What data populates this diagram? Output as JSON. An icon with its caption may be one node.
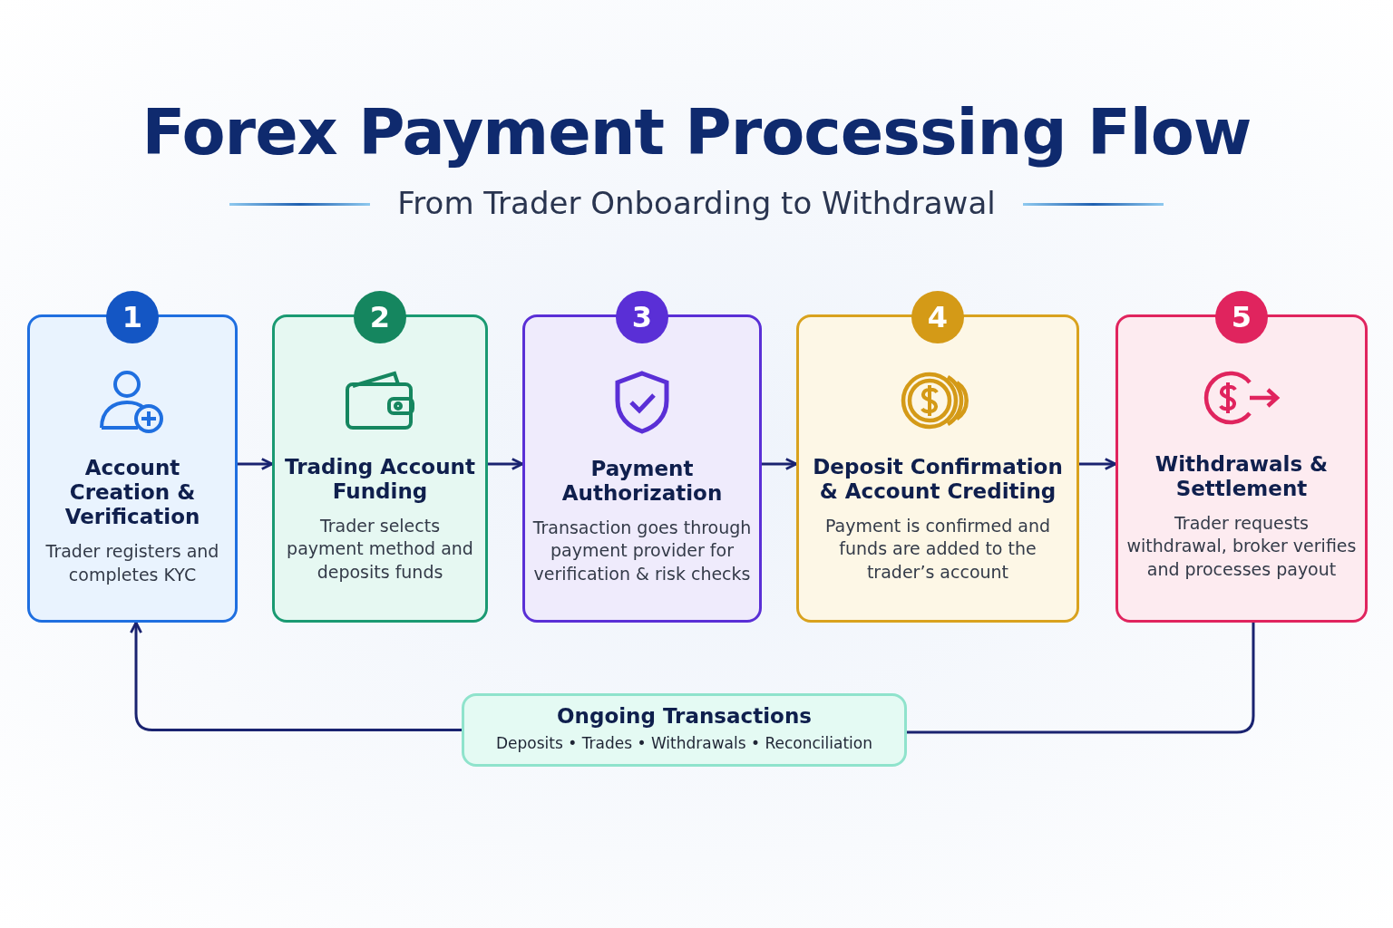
{
  "diagram": {
    "title": "Forex Payment Processing Flow",
    "nodes": [
      {
        "text": [
          "1",
          "Account Creation & Verification",
          "Trader registers and completes KYC"
        ]
      },
      {
        "text": [
          "2",
          "Trading Account Funding",
          "Trader selects payment method and deposits funds"
        ]
      },
      {
        "text": [
          "3",
          "Payment Authorization",
          "Transaction goes through payment provider for verification & risk checks"
        ]
      },
      {
        "text": [
          "4",
          "Deposit Confirmation & Account Crediting",
          "Payment is confirmed and funds are added to the trader’s account"
        ]
      },
      {
        "text": [
          "5",
          "Withdrawals & Settlement",
          "Trader requests withdrawal, broker verifies and processes payout"
        ]
      },
      {
        "text": [
          "Ongoing Transactions",
          "Deposits • Trades • Withdrawals • Reconciliation"
        ]
      }
    ],
    "edges": [
      {
        "from": 0,
        "to": 1,
        "arrow": "to"
      },
      {
        "from": 1,
        "to": 2,
        "arrow": "to"
      },
      {
        "from": 2,
        "to": 3,
        "arrow": "to"
      },
      {
        "from": 3,
        "to": 4,
        "arrow": "to"
      },
      {
        "from": 4,
        "to": 5,
        "arrow": "none"
      },
      {
        "from": 5,
        "to": 0,
        "arrow": "to"
      }
    ],
    "labels": [
      "From Trader Onboarding to Withdrawal"
    ]
  }
}
